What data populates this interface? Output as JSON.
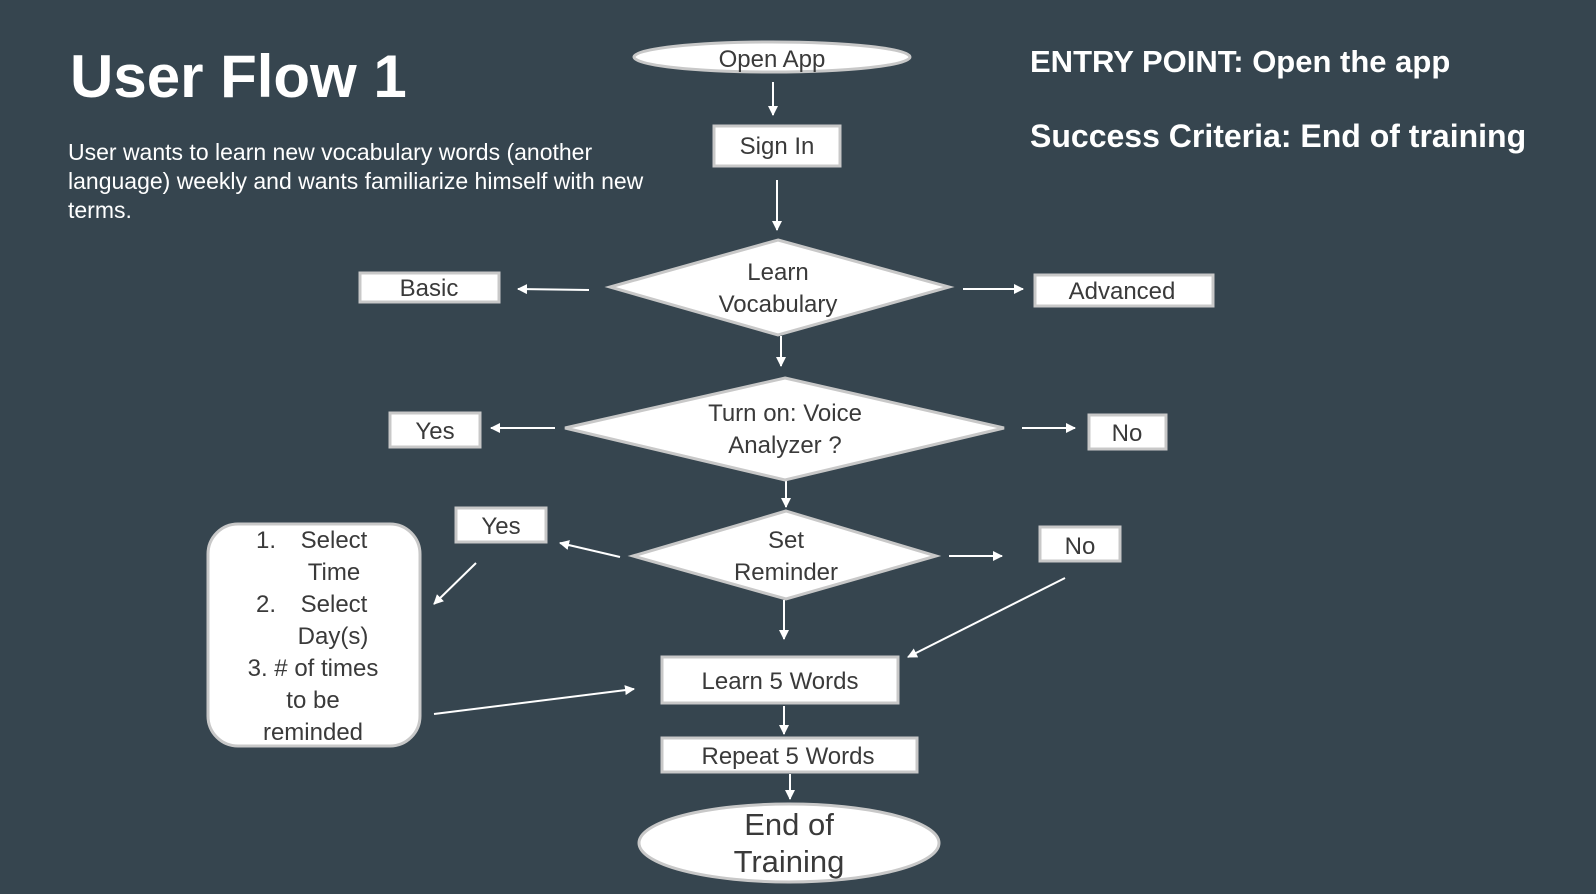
{
  "header": {
    "title": "User Flow 1",
    "description": "User wants to learn new vocabulary words (another language) weekly and wants familiarize himself with new terms.",
    "entry_point": "ENTRY POINT: Open the app",
    "success_criteria": "Success Criteria: End of training"
  },
  "flow": {
    "open_app": "Open App",
    "sign_in": "Sign In",
    "learn_vocab": {
      "line1": "Learn",
      "line2": "Vocabulary"
    },
    "basic": "Basic",
    "advanced": "Advanced",
    "voice": {
      "line1": "Turn on: Voice",
      "line2": "Analyzer ?"
    },
    "voice_yes": "Yes",
    "voice_no": "No",
    "reminder": {
      "line1": "Set",
      "line2": "Reminder"
    },
    "reminder_yes": "Yes",
    "reminder_no": "No",
    "reminder_options": {
      "item1_num": "1.",
      "item1_line1": "Select",
      "item1_line2": "Time",
      "item2_num": "2.",
      "item2_line1": "Select",
      "item2_line2": "Day(s)",
      "item3_line1": "3. # of times",
      "item3_line2": "to be",
      "item3_line3": "reminded"
    },
    "learn_words": "Learn 5 Words",
    "repeat_words": "Repeat 5 Words",
    "end": {
      "line1": "End of",
      "line2": "Training"
    }
  },
  "colors": {
    "background": "#36454f",
    "node_fill": "#ffffff",
    "node_border": "#c8c8c8",
    "node_text": "#3a3a3a",
    "arrow": "#ffffff"
  }
}
